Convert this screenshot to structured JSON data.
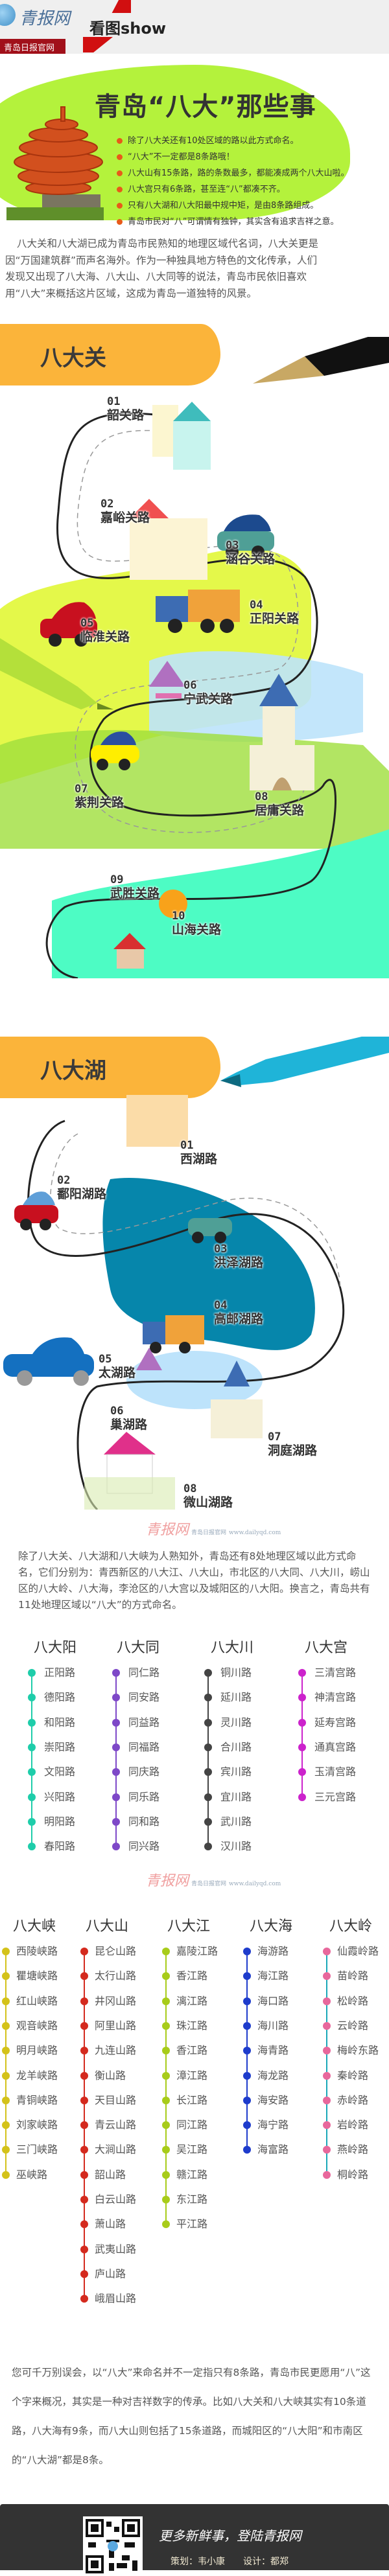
{
  "header": {
    "site_logo": "青报网",
    "site_subtitle": "青岛日报官网",
    "column_logo": "看图show"
  },
  "hero": {
    "title": "青岛“八大”那些事",
    "bullets": [
      "除了八大关还有10处区域的路以此方式命名。",
      "“八大”不一定都是8条路哦！",
      "八大山有15条路，路的条数最多，都能凑成两个八大山啦。",
      "八大宫只有6条路，甚至连“八”都凑不齐。",
      "只有八大湖和八大阳最中规中矩，是由8条路组成。",
      "青岛市民对“八”可谓情有独钟，其实含有追求吉祥之意。"
    ]
  },
  "intro": "八大关和八大湖已成为青岛市民熟知的地理区域代名词，八大关更是因“万国建筑群”而声名海外。作为一种独具地方特色的文化传承，人们发现又出现了八大海、八大山、八大同等的说法，青岛市民依旧喜欢用“八大”来概括这片区域，这成为青岛一道独特的风景。",
  "badaguan": {
    "title": "八大关",
    "roads": [
      {
        "no": "01",
        "name": "韶关路"
      },
      {
        "no": "02",
        "name": "嘉峪关路"
      },
      {
        "no": "03",
        "name": "涵谷关路"
      },
      {
        "no": "04",
        "name": "正阳关路"
      },
      {
        "no": "05",
        "name": "临淮关路"
      },
      {
        "no": "06",
        "name": "宁武关路"
      },
      {
        "no": "07",
        "name": "紫荆关路"
      },
      {
        "no": "08",
        "name": "居庸关路"
      },
      {
        "no": "09",
        "name": "武胜关路"
      },
      {
        "no": "10",
        "name": "山海关路"
      }
    ]
  },
  "badahu": {
    "title": "八大湖",
    "roads": [
      {
        "no": "01",
        "name": "西湖路"
      },
      {
        "no": "02",
        "name": "鄱阳湖路"
      },
      {
        "no": "03",
        "name": "洪泽湖路"
      },
      {
        "no": "04",
        "name": "高邮湖路"
      },
      {
        "no": "05",
        "name": "太湖路"
      },
      {
        "no": "06",
        "name": "巢湖路"
      },
      {
        "no": "07",
        "name": "洞庭湖路"
      },
      {
        "no": "08",
        "name": "微山湖路"
      }
    ]
  },
  "watermark": {
    "text": "青报网",
    "sub": "青岛日报官网",
    "url": "www.dailyqd.com"
  },
  "para2": "除了八大关、八大湖和八大峡为人熟知外，青岛还有8处地理区域以此方式命名，它们分别为：青西新区的八大江、八大山，市北区的八大同、八大川，崂山区的八大岭、八大海，李沧区的八大宫以及城阳区的八大阳。换言之，青岛共有11处地理区域以“八大”的方式命名。",
  "groups1": [
    {
      "title": "八大阳",
      "color": "#1ecdaa",
      "roads": [
        "正阳路",
        "德阳路",
        "和阳路",
        "崇阳路",
        "文阳路",
        "兴阳路",
        "明阳路",
        "春阳路"
      ]
    },
    {
      "title": "八大同",
      "color": "#7e48c8",
      "roads": [
        "同仁路",
        "同安路",
        "同益路",
        "同福路",
        "同庆路",
        "同乐路",
        "同和路",
        "同兴路"
      ]
    },
    {
      "title": "八大川",
      "color": "#444444",
      "roads": [
        "铜川路",
        "延川路",
        "灵川路",
        "合川路",
        "宾川路",
        "宜川路",
        "武川路",
        "汉川路"
      ]
    },
    {
      "title": "八大宫",
      "color": "#cc22cc",
      "roads": [
        "三清宫路",
        "神清宫路",
        "延寿宫路",
        "通真宫路",
        "玉清宫路",
        "三元宫路"
      ]
    }
  ],
  "groups2": [
    {
      "title": "八大峡",
      "color": "#d4c21a",
      "line": "#d4c21a",
      "roads": [
        "西陵峡路",
        "瞿塘峡路",
        "红山峡路",
        "观音峡路",
        "明月峡路",
        "龙羊峡路",
        "青铜峡路",
        "刘家峡路",
        "三门峡路",
        "巫峡路"
      ]
    },
    {
      "title": "八大山",
      "color": "#d42a1e",
      "line": "#d42a1e",
      "roads": [
        "昆仑山路",
        "太行山路",
        "井冈山路",
        "阿里山路",
        "九连山路",
        "衡山路",
        "天目山路",
        "青云山路",
        "大涧山路",
        "韶山路",
        "白云山路",
        "萧山路",
        "武夷山路",
        "庐山路",
        "峨眉山路"
      ]
    },
    {
      "title": "八大江",
      "color": "#a8cc1a",
      "line": "#a8cc1a",
      "roads": [
        "嘉陵江路",
        "香江路",
        "漓江路",
        "珠江路",
        "香江路",
        "漳江路",
        "长江路",
        "同江路",
        "吴江路",
        "赣江路",
        "东江路",
        "平江路"
      ]
    },
    {
      "title": "八大海",
      "color": "#1e3ccc",
      "line": "#1e3ccc",
      "roads": [
        "海游路",
        "海江路",
        "海口路",
        "海川路",
        "海青路",
        "海龙路",
        "海安路",
        "海宁路",
        "海富路"
      ]
    },
    {
      "title": "八大岭",
      "color": "#e8689c",
      "line": "#1aa8b8",
      "roads": [
        "仙霞岭路",
        "苗岭路",
        "松岭路",
        "云岭路",
        "梅岭东路",
        "秦岭路",
        "赤岭路",
        "岩岭路",
        "燕岭路",
        "桐岭路"
      ]
    }
  ],
  "final": "您可千万别误会，以“八大”来命名并不一定指只有8条路，青岛市民更愿用“八”这个字来概况，其实是一种对吉祥数字的传承。比如八大关和八大峡其实有10条道路，八大海有9条，而八大山则包括了15条道路，而城阳区的“八大阳”和市南区的“八大湖”都是8条。",
  "footer": {
    "slogan": "更多新鲜事，登陆青报网",
    "planner": "策划：韦小康",
    "designer": "设计：都郑"
  }
}
